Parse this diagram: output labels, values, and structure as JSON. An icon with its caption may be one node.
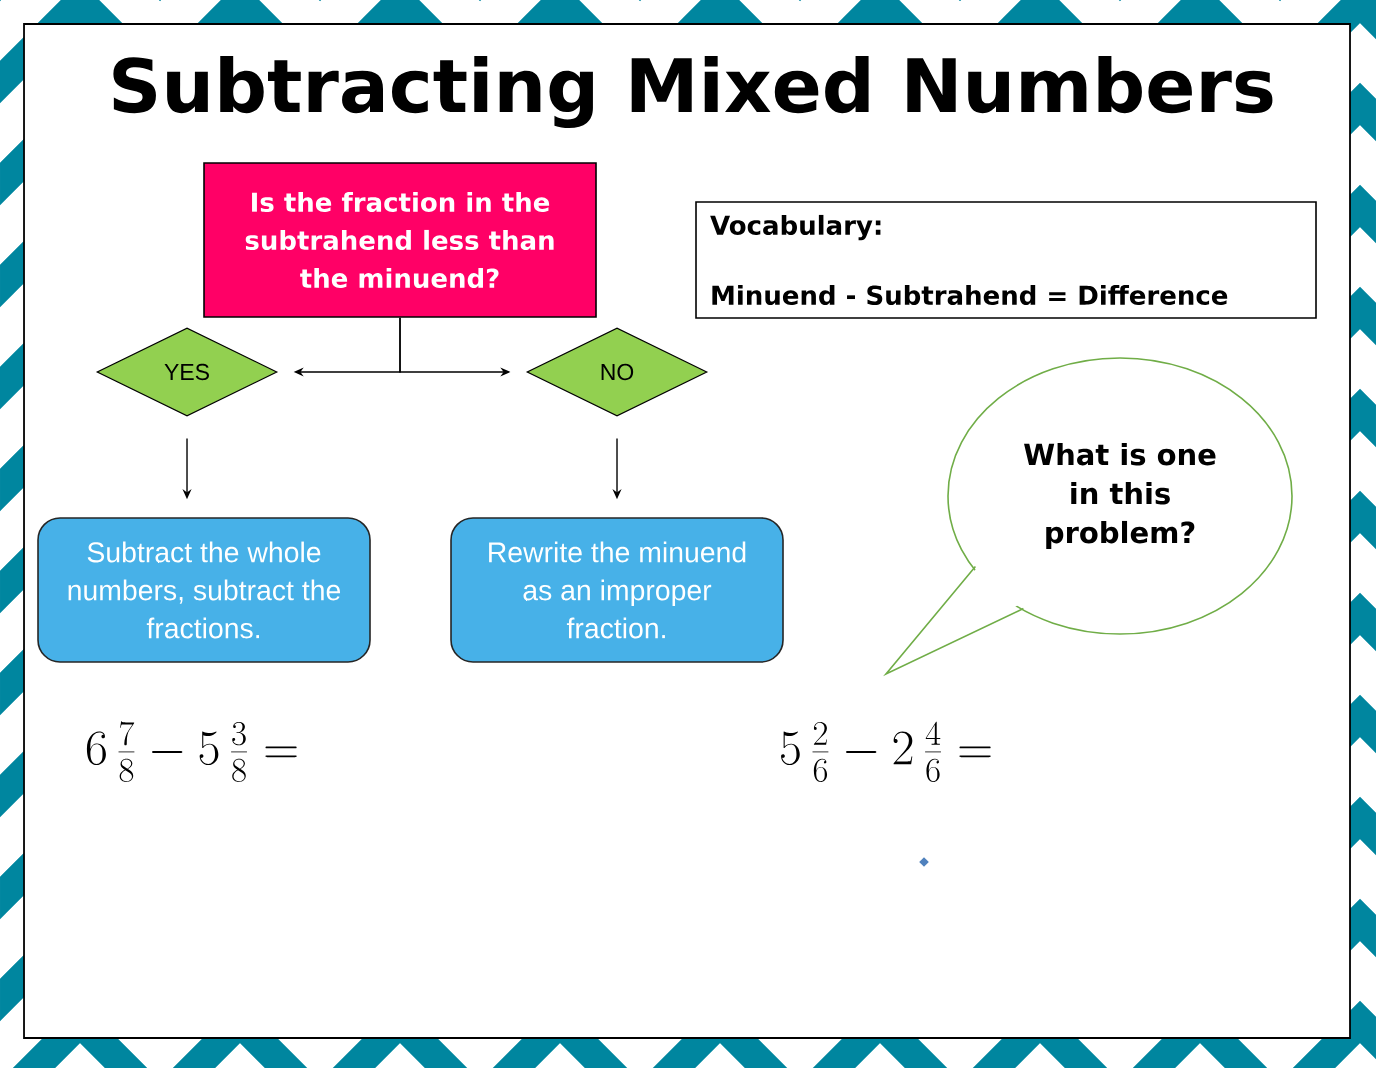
{
  "diagram": {
    "title": "Subtracting Mixed Numbers",
    "nodes": [
      {
        "text": [
          "Is the fraction in the subtrahend less than the minuend?"
        ]
      },
      {
        "text": [
          "Vocabulary:",
          "Minuend - Subtrahend = Difference"
        ]
      },
      {
        "text": [
          "YES"
        ]
      },
      {
        "text": [
          "NO"
        ]
      },
      {
        "text": [
          "Subtract the whole numbers, subtract the fractions."
        ]
      },
      {
        "text": [
          "Rewrite the minuend as an improper fraction."
        ]
      },
      {
        "text": [
          "What is one in this problem?"
        ]
      }
    ],
    "edges": [
      {
        "from": 0,
        "to": 2,
        "arrow": "to"
      },
      {
        "from": 0,
        "to": 3,
        "arrow": "to"
      },
      {
        "from": 2,
        "to": 4,
        "arrow": "to"
      },
      {
        "from": 3,
        "to": 5,
        "arrow": "to"
      }
    ],
    "labels": [
      "6\\,\\frac{7}{8} - 5\\,\\frac{3}{8} =",
      "5\\,\\frac{2}{6} - 2\\,\\frac{4}{6} ="
    ]
  }
}
